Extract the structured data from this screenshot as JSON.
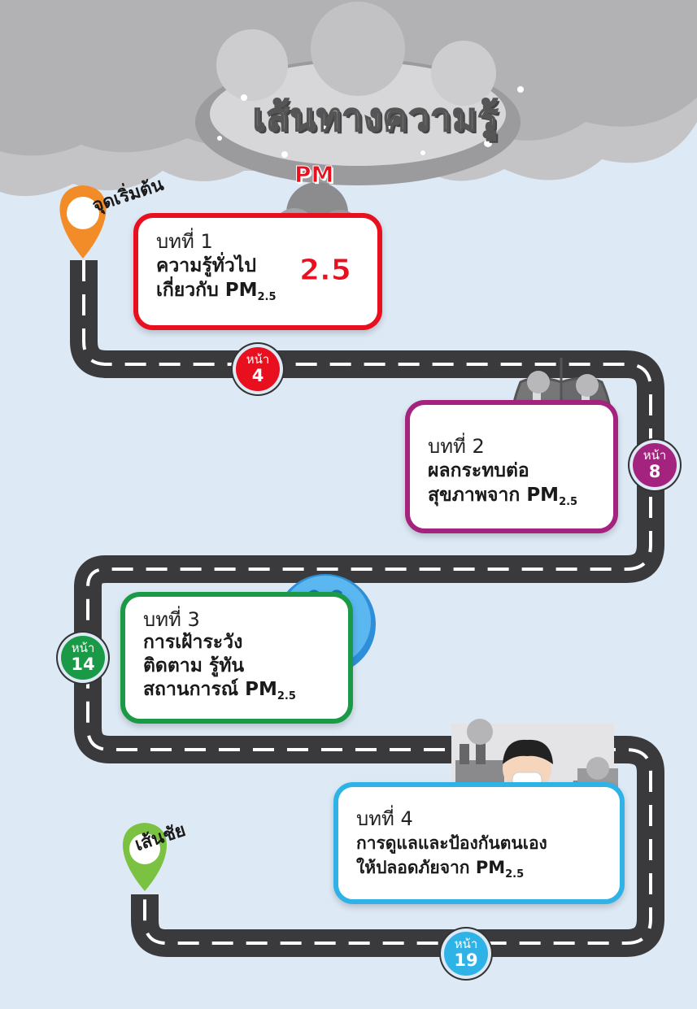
{
  "title": "เส้นทางความรู้",
  "start_label": "จุดเริ่มต้น",
  "finish_label": "เส้นชัย",
  "pm_icon": {
    "top": "PM",
    "bottom": "2.5"
  },
  "chapters": [
    {
      "chapter": "บทที่ 1",
      "lines": [
        "ความรู้ทั่วไป",
        "เกี่ยวกับ PM"
      ],
      "sub": "2.5",
      "page_label": "หน้า",
      "page": "4",
      "color": "#e8101e"
    },
    {
      "chapter": "บทที่ 2",
      "lines": [
        "ผลกระทบต่อ",
        "สุขภาพจาก PM"
      ],
      "sub": "2.5",
      "page_label": "หน้า",
      "page": "8",
      "color": "#a3237f"
    },
    {
      "chapter": "บทที่ 3",
      "lines": [
        "การเฝ้าระวัง",
        "ติดตาม รู้ทัน",
        "สถานการณ์ PM"
      ],
      "sub": "2.5",
      "page_label": "หน้า",
      "page": "14",
      "color": "#1a9a47"
    },
    {
      "chapter": "บทที่ 4",
      "lines": [
        "การดูแลและป้องกันตนเอง",
        "ให้ปลอดภัยจาก PM"
      ],
      "sub": "2.5",
      "page_label": "หน้า",
      "page": "19",
      "color": "#2fb3e6"
    }
  ],
  "colors": {
    "background": "#dde9f5",
    "road": "#3a3a3c",
    "cloud": "#c9c9cb",
    "start_pin": "#f28c28",
    "finish_pin": "#7cc242"
  }
}
